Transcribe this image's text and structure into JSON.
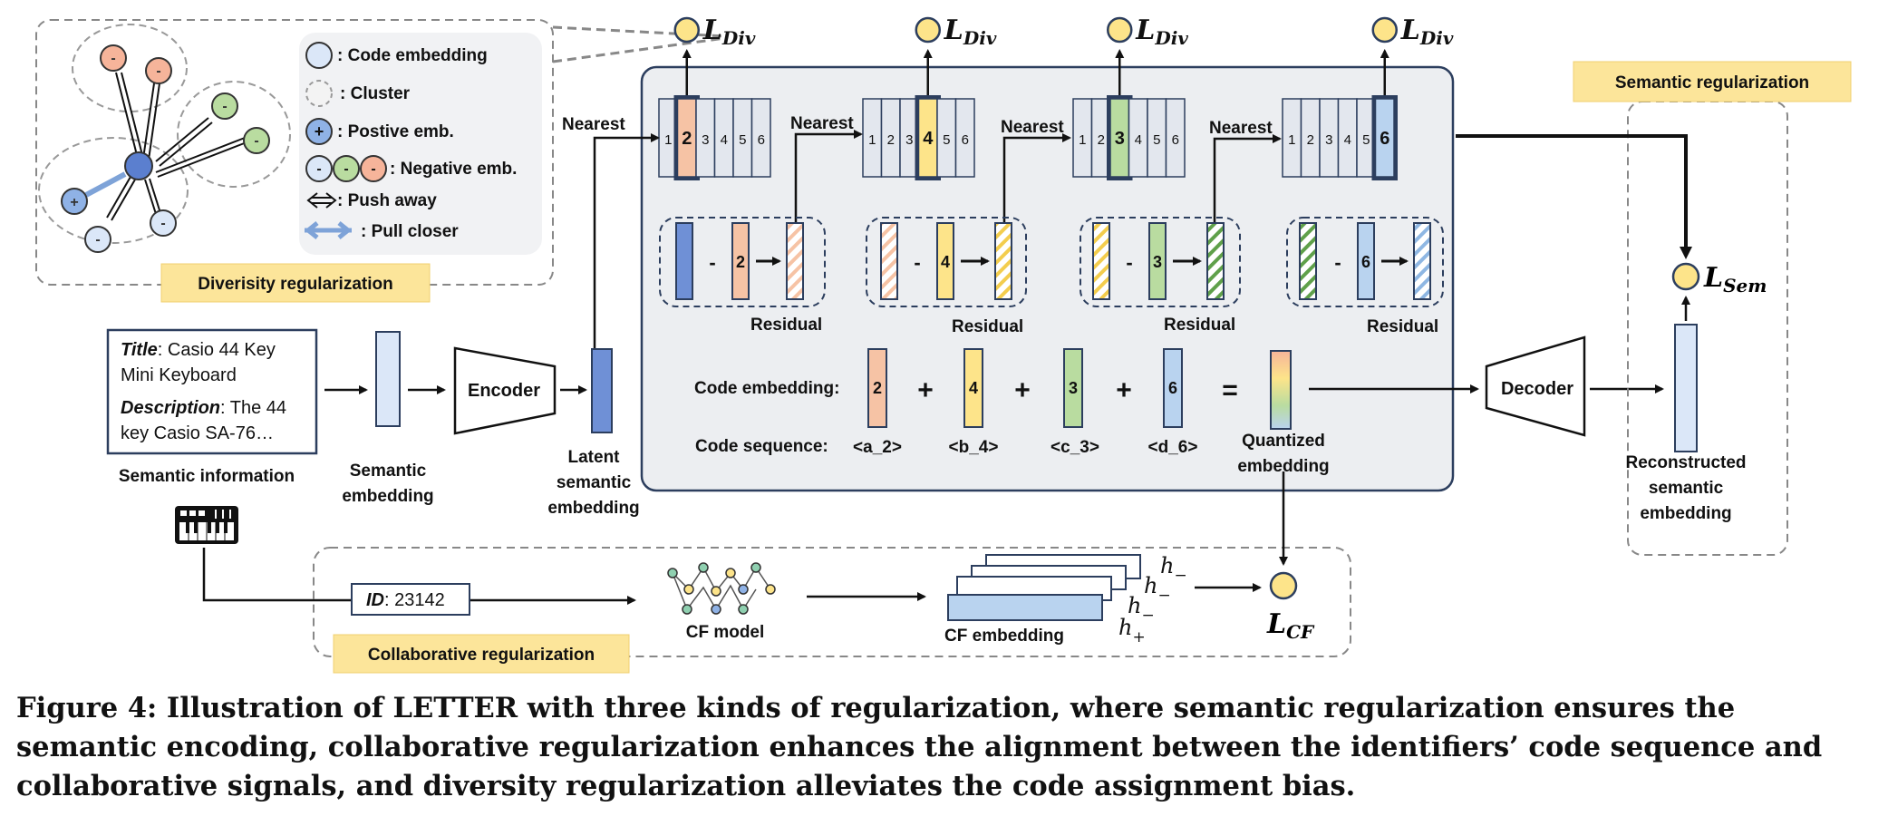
{
  "legend": {
    "code_embedding": ": Code embedding",
    "cluster": ": Cluster",
    "positive": ": Postive emb.",
    "negative": ": Negative emb.",
    "push": ": Push away",
    "pull": ": Pull closer"
  },
  "labels": {
    "diversity_reg": "Diverisity regularization",
    "semantic_reg": "Semantic regularization",
    "collaborative_reg": "Collaborative regularization",
    "loss_div_main": "L",
    "loss_div_sub": "Div",
    "loss_sem_sub": "Sem",
    "loss_cf_sub": "CF",
    "nearest": "Nearest",
    "residual": "Residual",
    "encoder": "Encoder",
    "decoder": "Decoder",
    "semantic_info": "Semantic information",
    "semantic_embedding_1": "Semantic",
    "semantic_embedding_2": "embedding",
    "latent_1": "Latent",
    "latent_2": "semantic",
    "latent_3": "embedding",
    "recon_1": "Reconstructed",
    "recon_2": "semantic",
    "recon_3": "embedding",
    "quantized_1": "Quantized",
    "quantized_2": "embedding",
    "code_embedding_row": "Code embedding:",
    "code_sequence_row": "Code sequence:",
    "cf_model": "CF model",
    "cf_embedding": "CF embedding",
    "plus": "+",
    "equals": "=",
    "minus": "-"
  },
  "item": {
    "title_key": "Title",
    "title_val": ": Casio 44 Key",
    "title_val2": "Mini Keyboard",
    "desc_key": "Description",
    "desc_val": ": The 44",
    "desc_val2": "key Casio SA-76…",
    "id_key": "ID",
    "id_val": ": 23142"
  },
  "codebooks": [
    {
      "cells": [
        "1",
        "2",
        "3",
        "4",
        "5",
        "6"
      ],
      "selected": "2",
      "color": "#f6c3a5"
    },
    {
      "cells": [
        "1",
        "2",
        "3",
        "4",
        "5",
        "6"
      ],
      "selected": "4",
      "color": "#fde48a"
    },
    {
      "cells": [
        "1",
        "2",
        "3",
        "4",
        "5",
        "6"
      ],
      "selected": "3",
      "color": "#b9dca0"
    },
    {
      "cells": [
        "1",
        "2",
        "3",
        "4",
        "5",
        "6"
      ],
      "selected": "6",
      "color": "#b9d3ef"
    }
  ],
  "code_values": [
    "2",
    "4",
    "3",
    "6"
  ],
  "code_sequence": [
    "<a_2>",
    "<b_4>",
    "<c_3>",
    "<d_6>"
  ],
  "negatives": [
    "-",
    "-",
    "-",
    "-",
    "-",
    "-"
  ],
  "cf_h": {
    "h": "h",
    "minus": "−",
    "plus": "+"
  },
  "caption": "Figure 4: Illustration of LETTER with three kinds of regularization, where semantic regularization ensures the semantic encoding, collaborative regularization enhances the alignment between the identifiers’ code sequence and collaborative signals, and diversity regularization alleviates the code assignment bias.",
  "colors": {
    "orange": "#f6c3a5",
    "yellow": "#fde48a",
    "green": "#b9dca0",
    "blue": "#b9d3ef",
    "latent": "#6f90d6",
    "box_fill": "#eceef1",
    "tag_fill": "#fce59a"
  }
}
